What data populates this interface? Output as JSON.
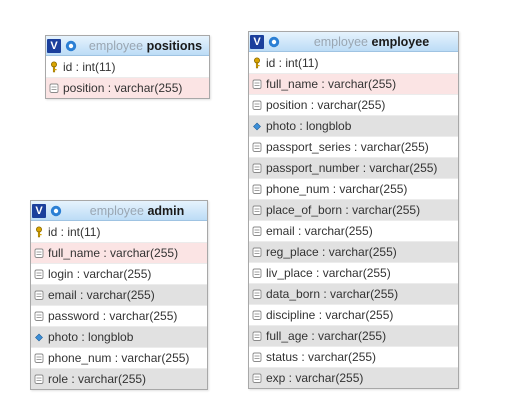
{
  "tables": [
    {
      "id": "positions",
      "db": "employee",
      "name": "positions",
      "columns": [
        {
          "text": "id : int(11)",
          "icon": "key-icon",
          "shade": "none"
        },
        {
          "text": "position : varchar(255)",
          "icon": "column-icon",
          "shade": "pink"
        }
      ]
    },
    {
      "id": "employee",
      "db": "employee",
      "name": "employee",
      "columns": [
        {
          "text": "id : int(11)",
          "icon": "key-icon",
          "shade": "none"
        },
        {
          "text": "full_name : varchar(255)",
          "icon": "column-icon",
          "shade": "pink"
        },
        {
          "text": "position : varchar(255)",
          "icon": "column-icon",
          "shade": "none"
        },
        {
          "text": "photo : longblob",
          "icon": "blob-icon",
          "shade": "gray"
        },
        {
          "text": "passport_series : varchar(255)",
          "icon": "column-icon",
          "shade": "none"
        },
        {
          "text": "passport_number : varchar(255)",
          "icon": "column-icon",
          "shade": "gray"
        },
        {
          "text": "phone_num : varchar(255)",
          "icon": "column-icon",
          "shade": "none"
        },
        {
          "text": "place_of_born : varchar(255)",
          "icon": "column-icon",
          "shade": "gray"
        },
        {
          "text": "email : varchar(255)",
          "icon": "column-icon",
          "shade": "none"
        },
        {
          "text": "reg_place : varchar(255)",
          "icon": "column-icon",
          "shade": "gray"
        },
        {
          "text": "liv_place : varchar(255)",
          "icon": "column-icon",
          "shade": "none"
        },
        {
          "text": "data_born : varchar(255)",
          "icon": "column-icon",
          "shade": "gray"
        },
        {
          "text": "discipline : varchar(255)",
          "icon": "column-icon",
          "shade": "none"
        },
        {
          "text": "full_age : varchar(255)",
          "icon": "column-icon",
          "shade": "gray"
        },
        {
          "text": "status : varchar(255)",
          "icon": "column-icon",
          "shade": "none"
        },
        {
          "text": "exp : varchar(255)",
          "icon": "column-icon",
          "shade": "gray"
        }
      ]
    },
    {
      "id": "admin",
      "db": "employee",
      "name": "admin",
      "columns": [
        {
          "text": "id : int(11)",
          "icon": "key-icon",
          "shade": "none"
        },
        {
          "text": "full_name : varchar(255)",
          "icon": "column-icon",
          "shade": "pink"
        },
        {
          "text": "login : varchar(255)",
          "icon": "column-icon",
          "shade": "none"
        },
        {
          "text": "email : varchar(255)",
          "icon": "column-icon",
          "shade": "gray"
        },
        {
          "text": "password : varchar(255)",
          "icon": "column-icon",
          "shade": "none"
        },
        {
          "text": "photo : longblob",
          "icon": "blob-icon",
          "shade": "gray"
        },
        {
          "text": "phone_num : varchar(255)",
          "icon": "column-icon",
          "shade": "none"
        },
        {
          "text": "role : varchar(255)",
          "icon": "column-icon",
          "shade": "gray"
        }
      ]
    }
  ],
  "toggle_label": "V",
  "colors": {
    "header_from": "#e6f3fd",
    "header_to": "#bcdcf6",
    "toggle": "#1b3f9c",
    "pink_row": "#fbe4e4",
    "gray_row": "#e1e1e1"
  }
}
